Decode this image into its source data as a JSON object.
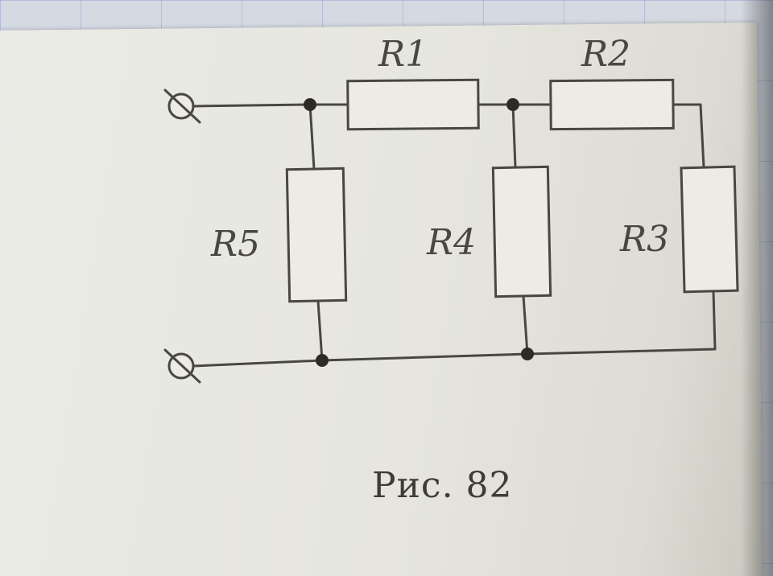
{
  "circuit": {
    "resistors": {
      "r1": "R1",
      "r2": "R2",
      "r3": "R3",
      "r4": "R4",
      "r5": "R5"
    },
    "caption": "Рис. 82"
  },
  "colors": {
    "ink": "#4a4640",
    "paper": "#e6e6df",
    "grid_paper": "#d4d9e2"
  }
}
